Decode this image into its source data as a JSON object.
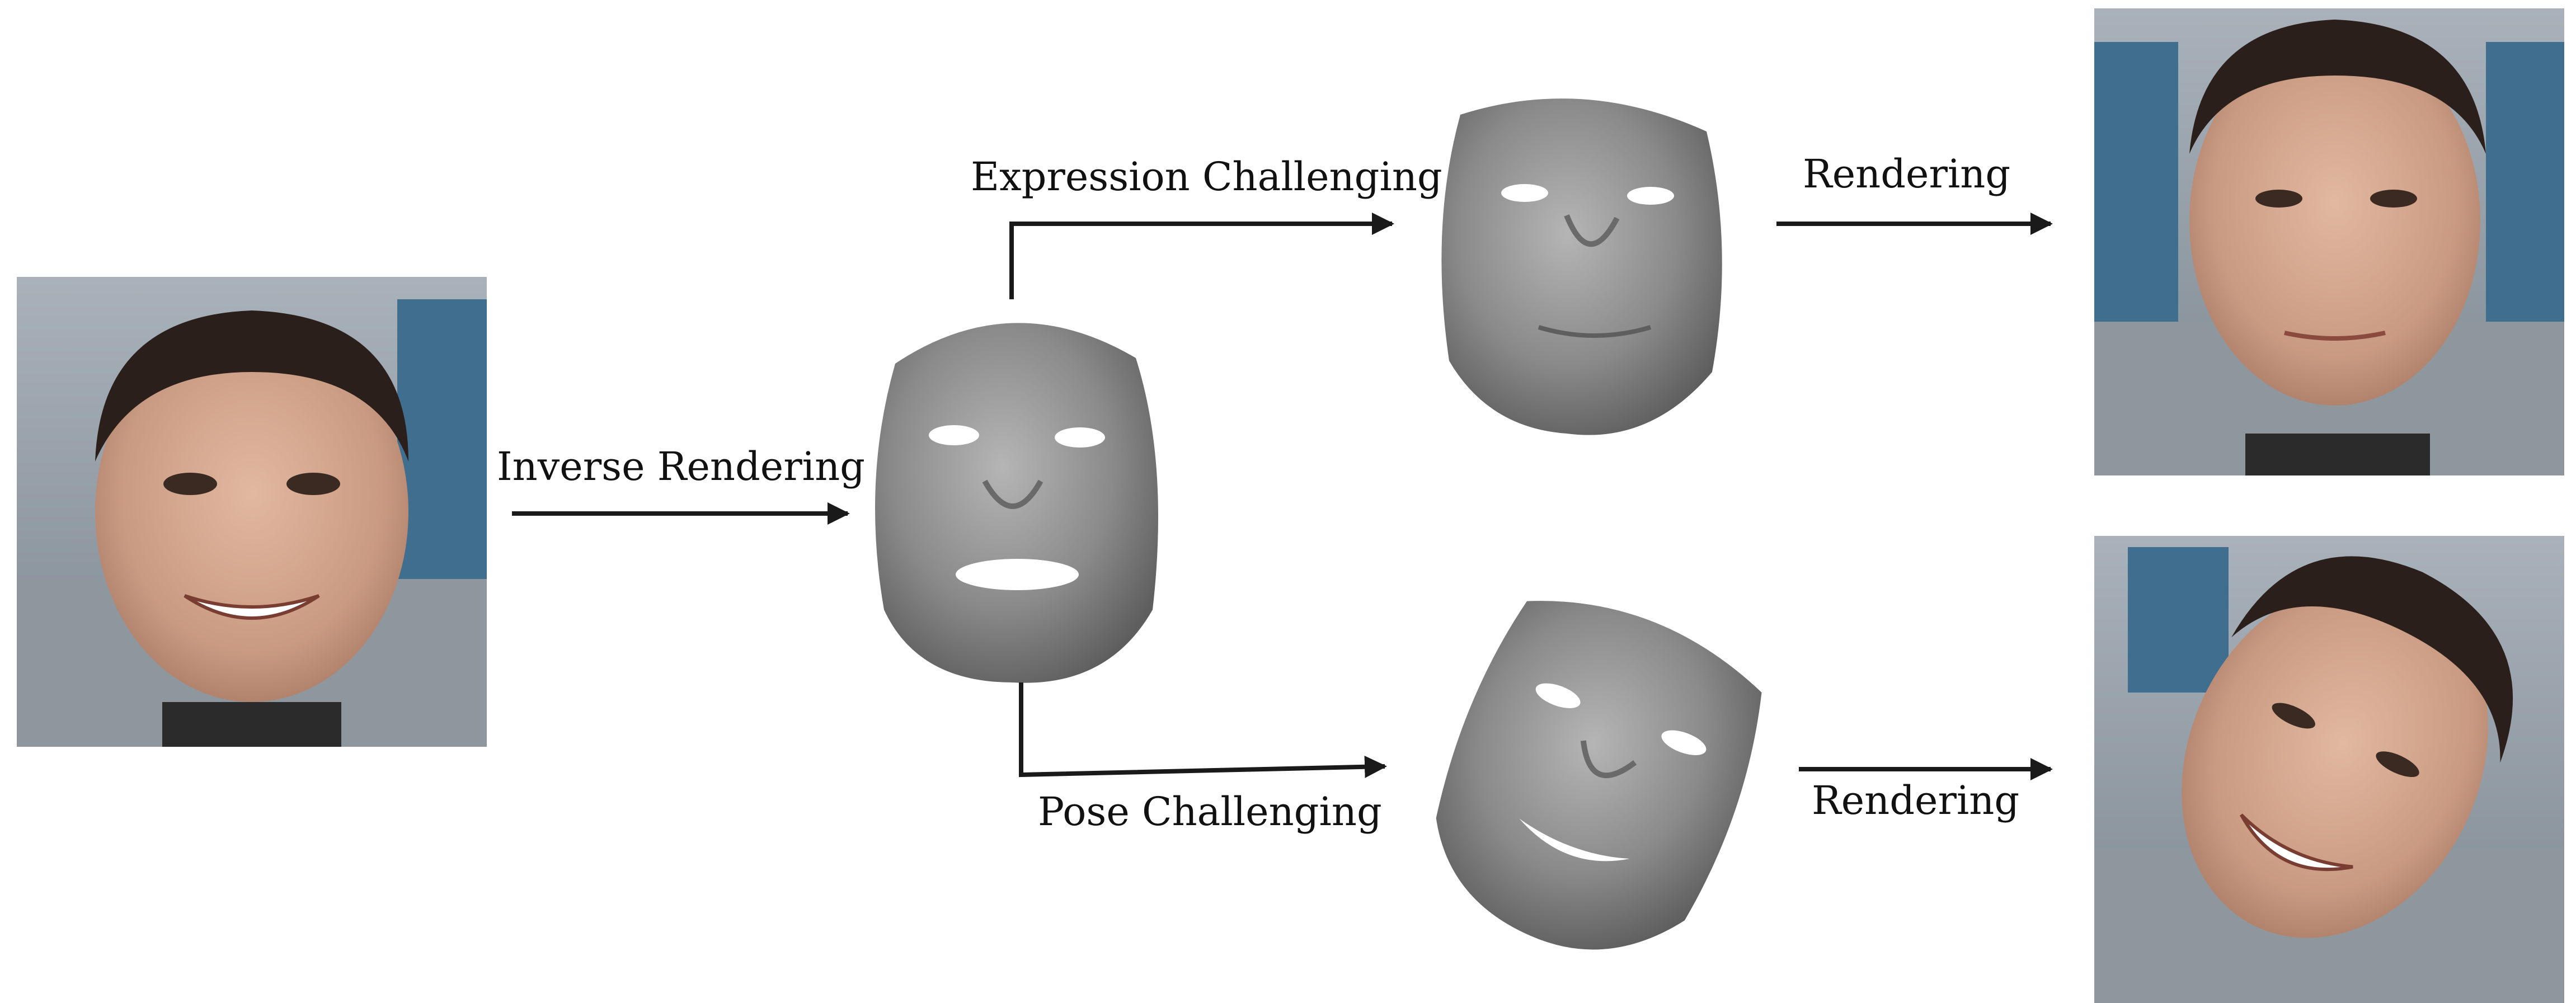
{
  "labels": {
    "inverse_rendering": "Inverse Rendering",
    "expression_challenging": "Expression Challenging",
    "pose_challenging": "Pose Challenging",
    "rendering_top": "Rendering",
    "rendering_bottom": "Rendering"
  },
  "colors": {
    "background": "#ffffff",
    "arrow": "#1a1a1a",
    "mesh_gray": "#8a8a8a",
    "photo_backdrop": "#9aa6b0",
    "headrest_blue": "#3f6e8f",
    "skin": "#c99a82",
    "hair": "#2a1f1a"
  },
  "icons": {
    "input_photo": "face-photo-icon",
    "neutral_mesh": "face-mesh-icon",
    "expression_mesh": "face-mesh-icon",
    "pose_mesh": "face-mesh-icon",
    "rendered_expression": "face-photo-icon",
    "rendered_pose": "face-photo-icon"
  }
}
